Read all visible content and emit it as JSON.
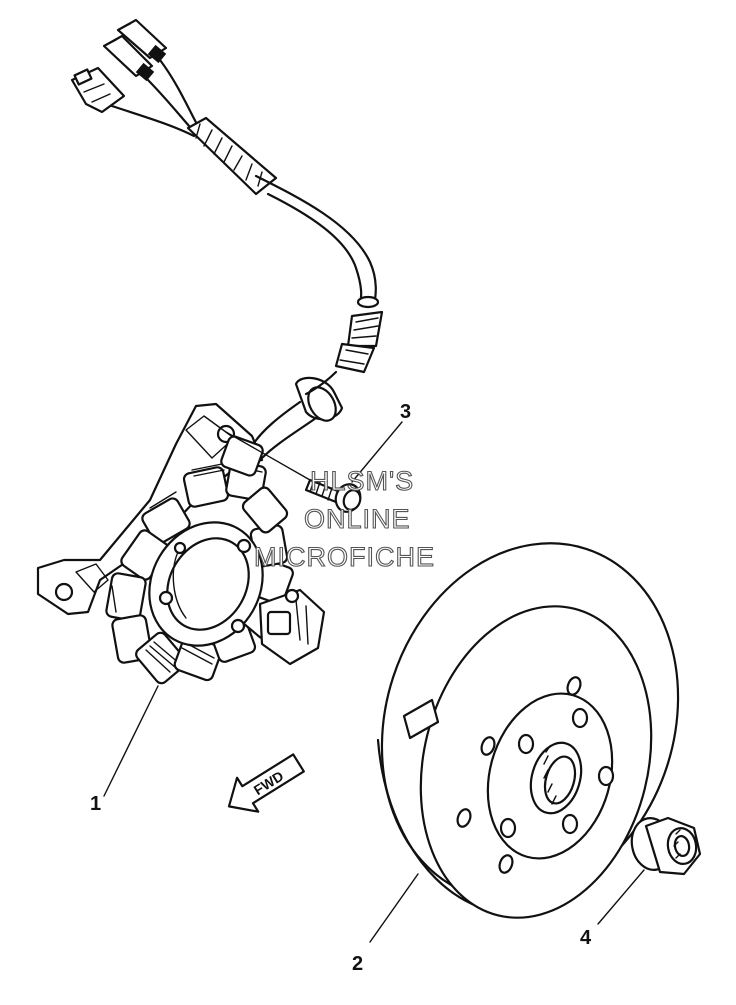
{
  "callouts": [
    {
      "id": "1",
      "label": "1"
    },
    {
      "id": "2",
      "label": "2"
    },
    {
      "id": "3",
      "label": "3"
    },
    {
      "id": "4",
      "label": "4"
    }
  ],
  "direction_arrow": {
    "label": "FWD"
  },
  "watermark": {
    "line1": "HLSM'S",
    "line2": "ONLINE",
    "line3": "MICROFICHE"
  }
}
